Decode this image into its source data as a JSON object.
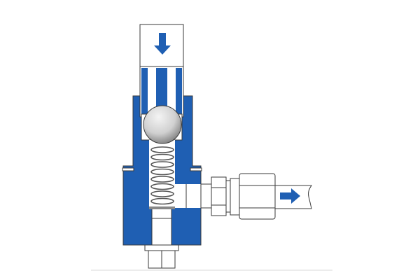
{
  "diagram": {
    "subject": "valve-cross-section",
    "colors": {
      "body": "#1f5fb3",
      "outline": "#3a3a3a",
      "fill": "#ffffff",
      "ball_light": "#f4f4f4",
      "ball_dark": "#6e6e6e",
      "baseline": "#d8d8d8"
    },
    "flow_arrows": [
      {
        "name": "inlet-flow",
        "direction": "down"
      },
      {
        "name": "outlet-flow",
        "direction": "right"
      }
    ]
  }
}
